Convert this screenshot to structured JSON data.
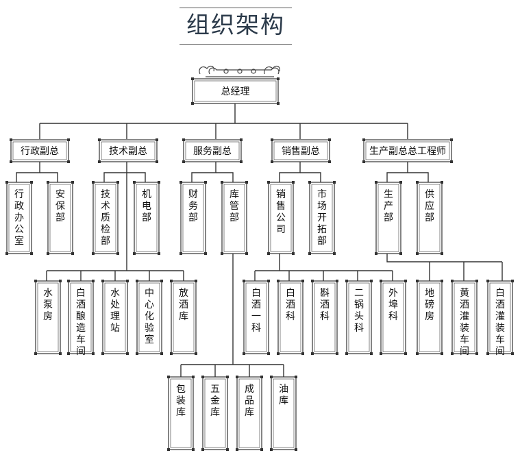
{
  "title": "组织架构",
  "nodes": {
    "ceo": "总经理",
    "vp_admin": "行政副总",
    "vp_tech": "技术副总",
    "vp_service": "服务副总",
    "vp_sales": "销售副总",
    "vp_prod": "生产副总总工程师",
    "admin_office": "行政办公室",
    "security": "安保部",
    "tech_quality": "技术质检部",
    "mech_elec": "机电部",
    "finance": "财务部",
    "warehouse_dept": "库管部",
    "sales_company": "销售公司",
    "market_dev": "市场开拓部",
    "production": "生产部",
    "supply": "供应部",
    "pump_room": "水泵房",
    "baijiu_brew": "白酒酿造车间",
    "water_station": "水处理站",
    "lab": "中心化验室",
    "liquor_store": "放酒库",
    "baijiu_1": "白酒一科",
    "baijiu_dept": "白酒科",
    "zhen_dept": "斟酒科",
    "erguotou": "二锅头科",
    "waibu": "外埠科",
    "scale_room": "地磅房",
    "huangjiu_fill": "黄酒灌装车间",
    "baijiu_fill": "白酒灌装车间",
    "packaging": "包装库",
    "hardware": "五金库",
    "finished": "成品库",
    "oil": "油库"
  }
}
